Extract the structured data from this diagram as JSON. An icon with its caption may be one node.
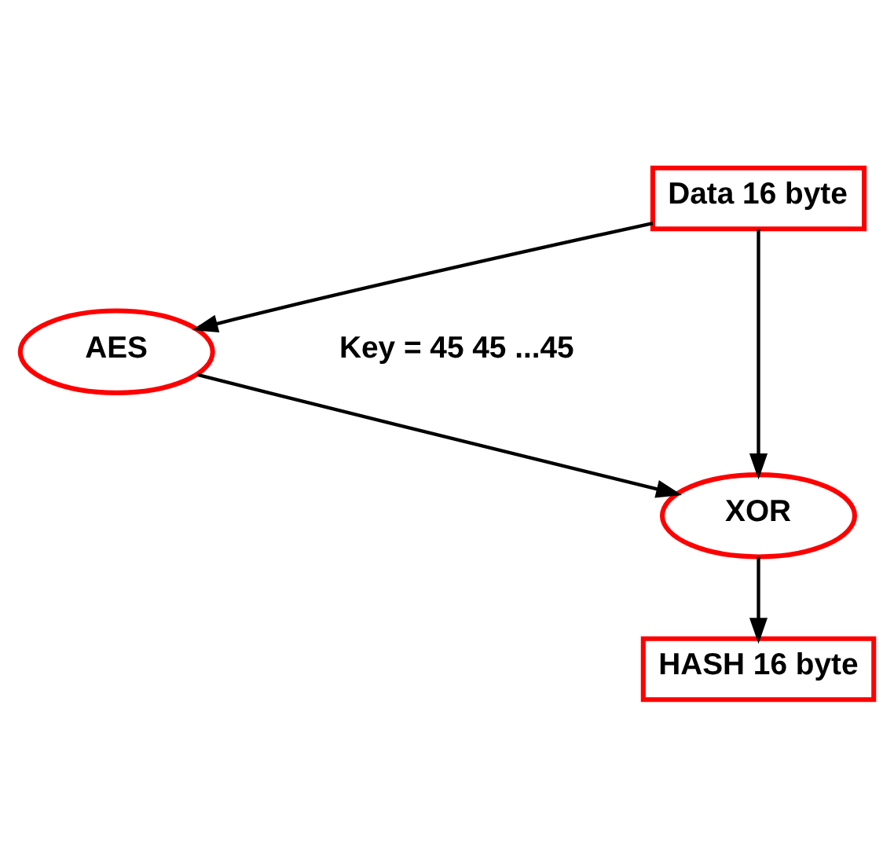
{
  "diagram": {
    "nodes": [
      {
        "text": [
          "Data 16 byte"
        ]
      },
      {
        "text": [
          "AES"
        ],
        "beside": [
          "Key = 45 45 ...45"
        ]
      },
      {
        "text": [
          "XOR"
        ]
      },
      {
        "text": [
          "HASH 16 byte"
        ]
      }
    ],
    "edges": [
      {
        "from": 0,
        "to": 2,
        "arrow": "to"
      },
      {
        "from": 0,
        "to": 1,
        "arrow": "to"
      },
      {
        "from": 1,
        "to": 2,
        "arrow": "to"
      },
      {
        "from": 2,
        "to": 3,
        "arrow": "to"
      }
    ]
  }
}
